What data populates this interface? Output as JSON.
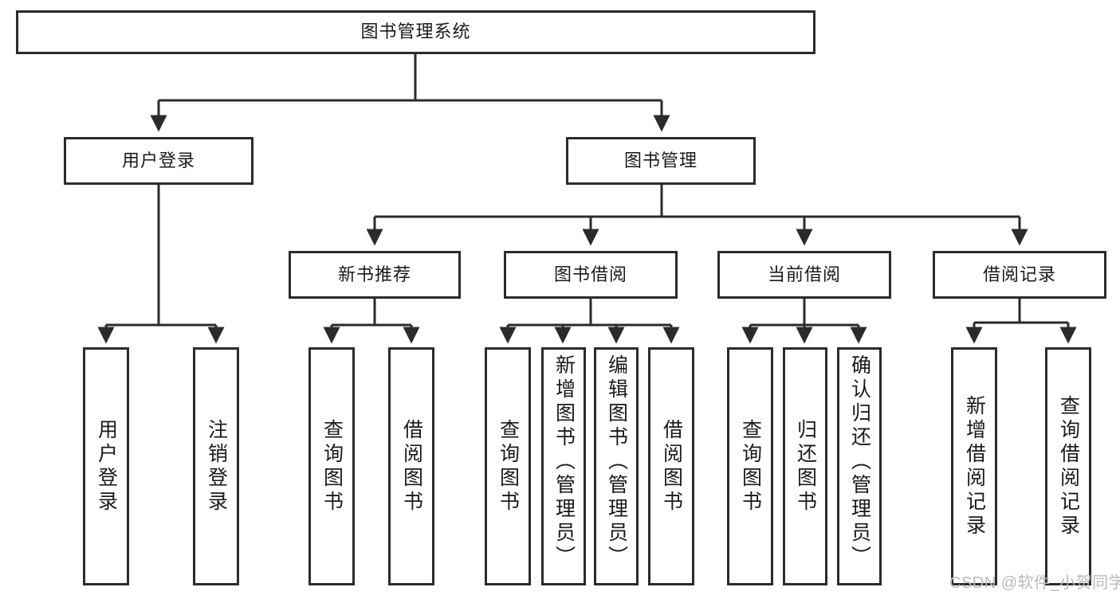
{
  "diagram": {
    "type": "tree-hierarchy-chart",
    "title": "图书管理系统",
    "background_color": "#ffffff",
    "line_color": "#2b2b2b",
    "box_border_color": "#2b2b2b",
    "text_color": "#1a1a1a",
    "levels": {
      "root": {
        "id": "root",
        "label": "图书管理系统",
        "orientation": "horizontal"
      },
      "level2": [
        {
          "id": "user-login",
          "label": "用户登录",
          "orientation": "horizontal"
        },
        {
          "id": "book-management",
          "label": "图书管理",
          "orientation": "horizontal"
        }
      ],
      "level3": [
        {
          "id": "new-book-recommend",
          "label": "新书推荐",
          "orientation": "horizontal",
          "parent": "book-management"
        },
        {
          "id": "book-borrow",
          "label": "图书借阅",
          "orientation": "horizontal",
          "parent": "book-management"
        },
        {
          "id": "current-borrow",
          "label": "当前借阅",
          "orientation": "horizontal",
          "parent": "book-management"
        },
        {
          "id": "borrow-record",
          "label": "借阅记录",
          "orientation": "horizontal",
          "parent": "book-management"
        }
      ],
      "leaves": [
        {
          "id": "leaf-user-login",
          "label": "用户登录",
          "orientation": "vertical",
          "parent": "user-login"
        },
        {
          "id": "leaf-user-logout",
          "label": "注销登录",
          "orientation": "vertical",
          "parent": "user-login"
        },
        {
          "id": "leaf-query-book-1",
          "label": "查询图书",
          "orientation": "vertical",
          "parent": "new-book-recommend"
        },
        {
          "id": "leaf-borrow-book-1",
          "label": "借阅图书",
          "orientation": "vertical",
          "parent": "new-book-recommend"
        },
        {
          "id": "leaf-query-book-2",
          "label": "查询图书",
          "orientation": "vertical",
          "parent": "book-borrow"
        },
        {
          "id": "leaf-add-book",
          "label": "新增图书（管理员）",
          "orientation": "vertical",
          "parent": "book-borrow"
        },
        {
          "id": "leaf-edit-book",
          "label": "编辑图书（管理员）",
          "orientation": "vertical",
          "parent": "book-borrow"
        },
        {
          "id": "leaf-borrow-book-2",
          "label": "借阅图书",
          "orientation": "vertical",
          "parent": "book-borrow"
        },
        {
          "id": "leaf-query-book-3",
          "label": "查询图书",
          "orientation": "vertical",
          "parent": "current-borrow"
        },
        {
          "id": "leaf-return-book",
          "label": "归还图书",
          "orientation": "vertical",
          "parent": "current-borrow"
        },
        {
          "id": "leaf-confirm-return",
          "label": "确认归还（管理员）",
          "orientation": "vertical",
          "parent": "current-borrow"
        },
        {
          "id": "leaf-add-record",
          "label": "新增借阅记录",
          "orientation": "vertical",
          "parent": "borrow-record"
        },
        {
          "id": "leaf-query-record",
          "label": "查询借阅记录",
          "orientation": "vertical",
          "parent": "borrow-record"
        }
      ]
    }
  },
  "watermark": {
    "text": "CSDN @软件_小贺同学",
    "color": "#b9b9b9"
  }
}
